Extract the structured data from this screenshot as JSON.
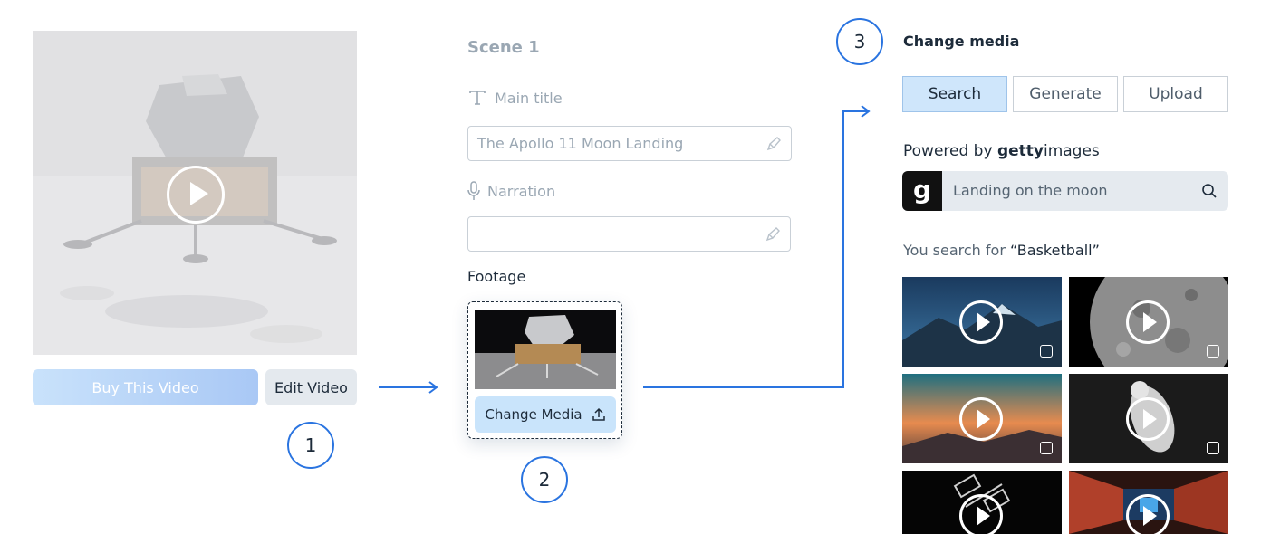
{
  "step1": {
    "buy_label": "Buy This Video",
    "edit_label": "Edit Video",
    "step_number": "1"
  },
  "step2": {
    "scene_title": "Scene 1",
    "main_title_label": "Main title",
    "main_title_value": "The Apollo 11 Moon Landing",
    "narration_label": "Narration",
    "narration_value": "",
    "footage_label": "Footage",
    "change_media_label": "Change Media",
    "step_number": "2"
  },
  "step3": {
    "step_number": "3",
    "title": "Change media",
    "tabs": [
      {
        "label": "Search",
        "active": true
      },
      {
        "label": "Generate",
        "active": false
      },
      {
        "label": "Upload",
        "active": false
      }
    ],
    "powered_prefix": "Powered by",
    "brand_bold": "getty",
    "brand_rest": "images",
    "brand_logo_letter": "g",
    "search_value": "Landing on the moon",
    "results_prefix": "You search for",
    "results_query": "“Basketball”"
  },
  "colors": {
    "accent": "#2a74e0",
    "active_tab": "#cfe6fb",
    "change_media_bg": "#c9e4fb"
  }
}
